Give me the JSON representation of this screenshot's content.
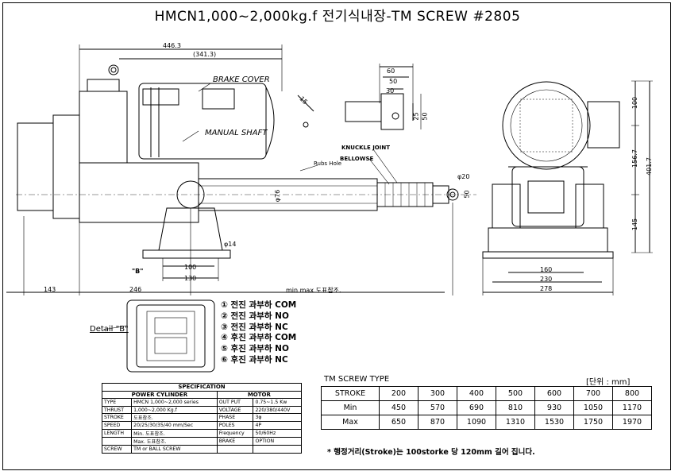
{
  "title": "HMCN1,000~2,000kg.f 전기식내장-TM SCREW #2805",
  "dims": {
    "overall": "446.3",
    "inner": "(341.3)",
    "d60": "60",
    "d50": "50",
    "d30": "30",
    "d25": "25",
    "d50v": "50",
    "d15": "15",
    "phi76": "φ76",
    "phi20": "φ20",
    "d50r": "50",
    "phi14": "φ14",
    "d100": "100",
    "d130": "130",
    "d143": "143",
    "d246": "246",
    "minmax": "min  max  도표참조.",
    "d160": "160",
    "d230": "230",
    "d278": "278",
    "d100v": "100",
    "d156": "156.7",
    "d401": "401.7",
    "d145": "145"
  },
  "labels": {
    "brake_cover": "BRAKE COVER",
    "manual_shaft": "MANUAL SHAFT",
    "knuckle_joint": "KNUCKLE JOINT",
    "bellowse": "BELLOWSE",
    "rubs_hole": "Rubs Hole",
    "b_mark": "\"B\"",
    "detail": "Detail \"B\""
  },
  "legend": [
    "① 전진 과부하 COM",
    "② 전진 과부하 NO",
    "③ 전진 과부하 NC",
    "④ 후진 과부하 COM",
    "⑤ 후진 과부하 NO",
    "⑥ 후진 과부하 NC"
  ],
  "spec": {
    "title": "SPECIFICATION",
    "power_cylinder": "POWER CYLINDER",
    "motor": "MOTOR",
    "rows": [
      [
        "TYPE",
        "HMCN 1,000~2,000 series",
        "OUT PUT",
        "0.75~1.5 Kw"
      ],
      [
        "THRUST",
        "1,000~2,000 Kg.f",
        "VOLTAGE",
        "220/380/440V"
      ],
      [
        "STROKE",
        "도표참조.",
        "PHASE",
        "3φ"
      ],
      [
        "SPEED",
        "20/25/30/35/40 mm/Sec",
        "POLES",
        "4P"
      ],
      [
        "LENGTH",
        "Min. 도표참조.",
        "Frequency",
        "50/60Hz"
      ],
      [
        "",
        "Max. 도표참조.",
        "BRAKE",
        "OPTION"
      ],
      [
        "SCREW",
        "TM or BALL SCREW",
        "",
        ""
      ]
    ]
  },
  "tm": {
    "title": "TM SCREW TYPE",
    "unit": "[단위 : mm]",
    "header": [
      "STROKE",
      "200",
      "300",
      "400",
      "500",
      "600",
      "700",
      "800"
    ],
    "min": [
      "Min",
      "450",
      "570",
      "690",
      "810",
      "930",
      "1050",
      "1170"
    ],
    "max": [
      "Max",
      "650",
      "870",
      "1090",
      "1310",
      "1530",
      "1750",
      "1970"
    ],
    "note": "* 행정거리(Stroke)는 100storke 당 120mm 길어 집니다."
  }
}
